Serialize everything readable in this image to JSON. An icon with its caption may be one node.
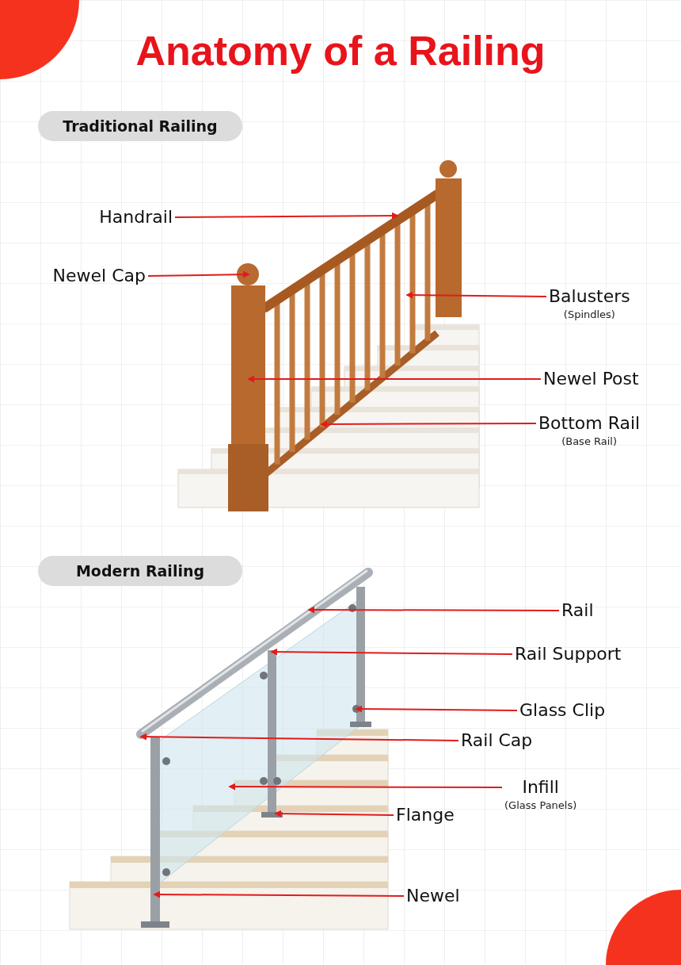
{
  "diagram": {
    "title": "Anatomy of a Railing",
    "nodes": [
      {
        "text": [
          "Traditional Railing"
        ]
      },
      {
        "text": [
          "Handrail"
        ]
      },
      {
        "text": [
          "Newel Cap"
        ]
      },
      {
        "text": [
          "Balusters",
          "(Spindles)"
        ]
      },
      {
        "text": [
          "Newel Post"
        ]
      },
      {
        "text": [
          "Bottom Rail",
          "(Base Rail)"
        ]
      },
      {
        "text": [
          "Modern Railing"
        ]
      },
      {
        "text": [
          "Rail"
        ]
      },
      {
        "text": [
          "Rail Support"
        ]
      },
      {
        "text": [
          "Glass Clip"
        ]
      },
      {
        "text": [
          "Rail Cap"
        ]
      },
      {
        "text": [
          "Infill",
          "(Glass Panels)"
        ]
      },
      {
        "text": [
          "Flange"
        ]
      },
      {
        "text": [
          "Newel"
        ]
      }
    ],
    "edges": [
      {
        "from": 1,
        "to": null,
        "arrow": "to"
      },
      {
        "from": 2,
        "to": null,
        "arrow": "to"
      },
      {
        "from": 3,
        "to": null,
        "arrow": "to"
      },
      {
        "from": 4,
        "to": null,
        "arrow": "to"
      },
      {
        "from": 5,
        "to": null,
        "arrow": "to"
      },
      {
        "from": 7,
        "to": null,
        "arrow": "to"
      },
      {
        "from": 8,
        "to": null,
        "arrow": "to"
      },
      {
        "from": 9,
        "to": null,
        "arrow": "to"
      },
      {
        "from": 10,
        "to": null,
        "arrow": "to"
      },
      {
        "from": 11,
        "to": null,
        "arrow": "to"
      },
      {
        "from": 12,
        "to": null,
        "arrow": "to"
      },
      {
        "from": 13,
        "to": null,
        "arrow": "to"
      }
    ]
  }
}
